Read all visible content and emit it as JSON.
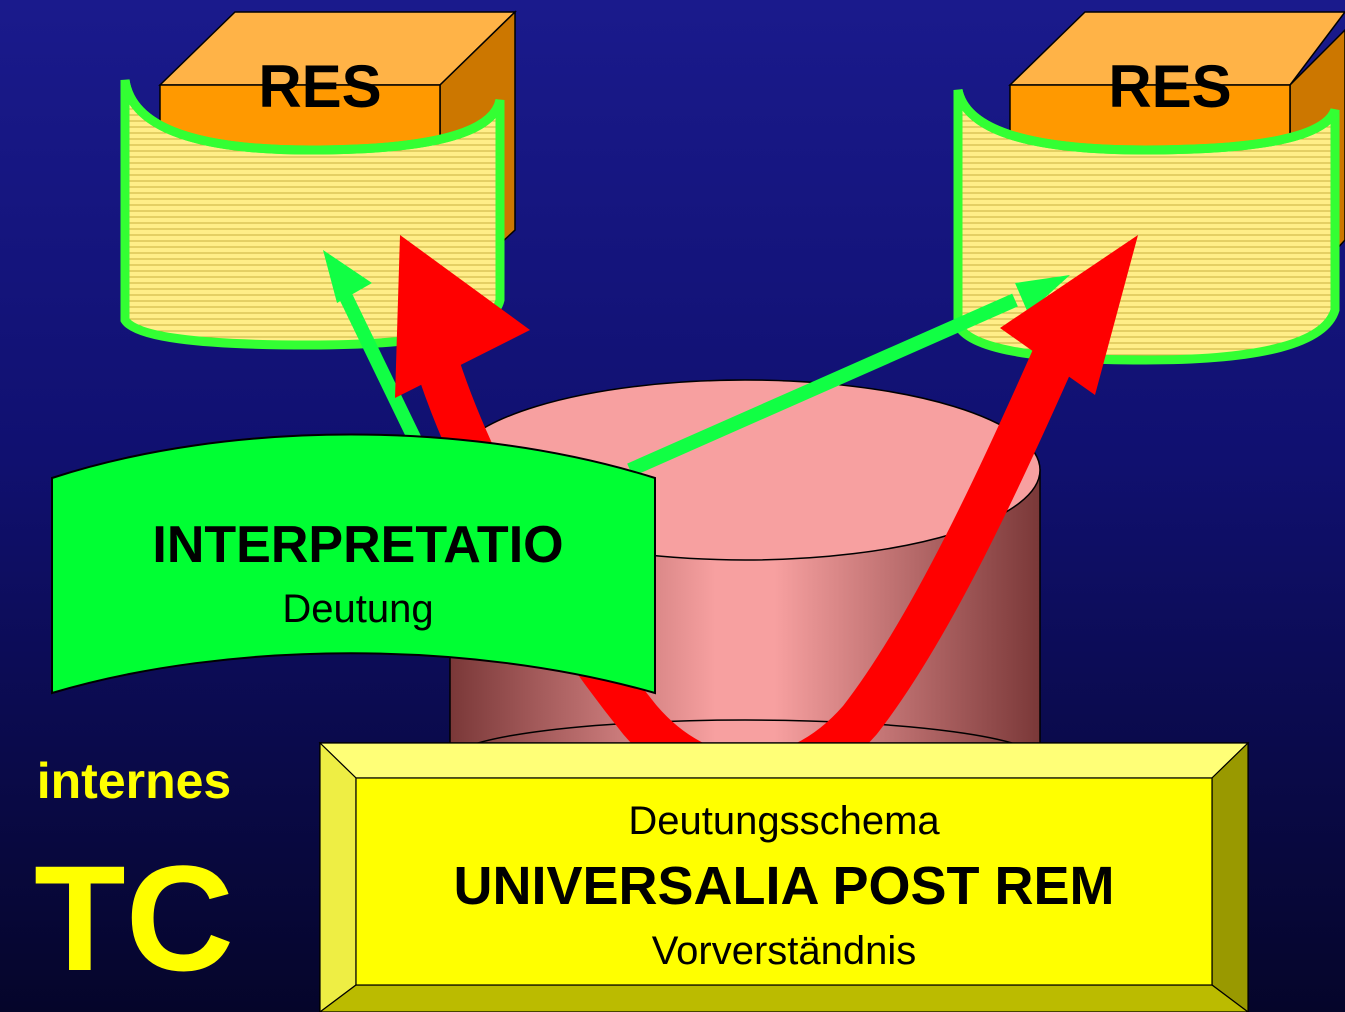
{
  "title": "",
  "res_left": "RES",
  "res_right": "RES",
  "interpretatio": {
    "title": "INTERPRETATIO",
    "subtitle": "Deutung"
  },
  "schema": {
    "top": "Deutungsschema",
    "main": "UNIVERSALIA POST REM",
    "bottom": "Vorverständnis"
  },
  "internes": "internes",
  "tc": "TC",
  "colors": {
    "background_top": "#1a1a8c",
    "background_bottom": "#05052a",
    "res_box": "#ff9900",
    "res_scroll_fill": "#ffee88",
    "res_scroll_border": "#33ff33",
    "green_arrow": "#11ff44",
    "red_arrow": "#ff0000",
    "cylinder": "#f7a0a0",
    "banner": "#00ff33",
    "schema_box": "#ffff00",
    "tc_text": "#ffff00"
  }
}
